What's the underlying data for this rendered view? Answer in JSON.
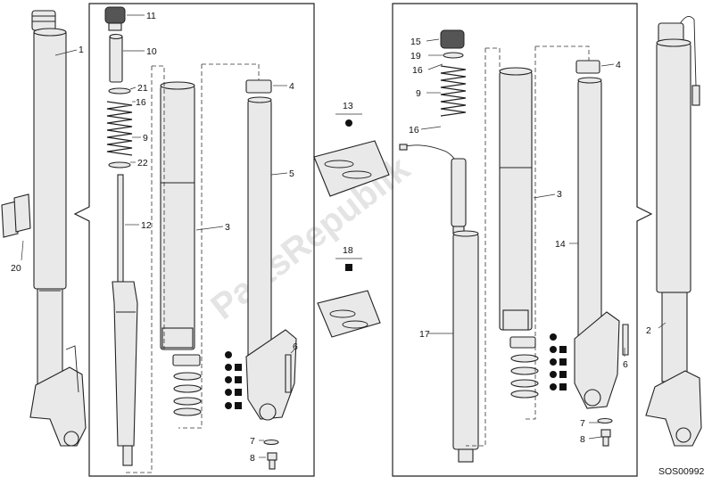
{
  "diagram": {
    "code": "SOS00992",
    "watermark": "PartsRepublik",
    "labels": {
      "l1": "1",
      "l2": "2",
      "l3a": "3",
      "l3b": "3",
      "l4a": "4",
      "l4b": "4",
      "l5": "5",
      "l6a": "6",
      "l6b": "6",
      "l7a": "7",
      "l7b": "7",
      "l8a": "8",
      "l8b": "8",
      "l9a": "9",
      "l9b": "9",
      "l10": "10",
      "l11": "11",
      "l12": "12",
      "l13": "13",
      "l14": "14",
      "l15": "15",
      "l16a": "16",
      "l16b": "16",
      "l16c": "16",
      "l17": "17",
      "l18": "18",
      "l19": "19",
      "l20": "20",
      "l21": "21",
      "l22": "22"
    }
  }
}
